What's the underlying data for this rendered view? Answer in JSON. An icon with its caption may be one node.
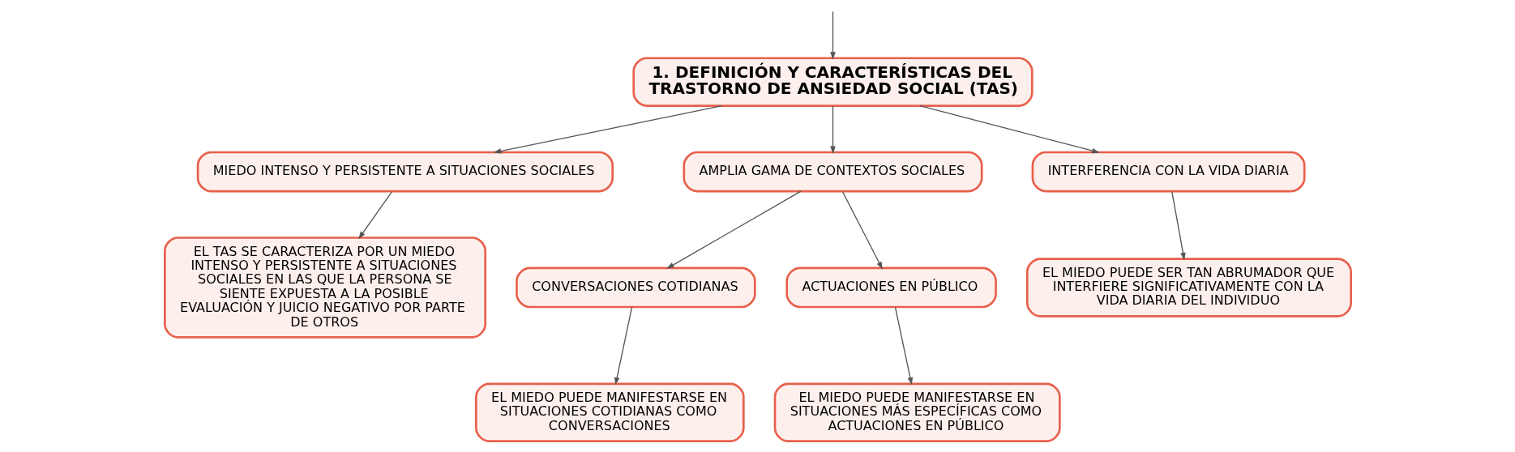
{
  "diagram": {
    "nodes": [
      {
        "text": [
          "1. DEFINICIÓN Y CARACTERÍSTICAS DEL TRASTORNO DE ANSIEDAD SOCIAL (TAS)"
        ]
      },
      {
        "text": [
          "MIEDO INTENSO Y PERSISTENTE A SITUACIONES SOCIALES"
        ]
      },
      {
        "text": [
          "AMPLIA GAMA DE CONTEXTOS SOCIALES"
        ]
      },
      {
        "text": [
          "INTERFERENCIA CON LA VIDA DIARIA"
        ]
      },
      {
        "text": [
          "EL TAS SE CARACTERIZA POR UN MIEDO INTENSO Y PERSISTENTE A SITUACIONES SOCIALES EN LAS QUE LA PERSONA SE SIENTE EXPUESTA A LA POSIBLE EVALUACIÓN Y JUICIO NEGATIVO POR PARTE DE OTROS"
        ]
      },
      {
        "text": [
          "CONVERSACIONES COTIDIANAS"
        ]
      },
      {
        "text": [
          "ACTUACIONES EN PÚBLICO"
        ]
      },
      {
        "text": [
          "EL MIEDO PUEDE SER TAN ABRUMADOR QUE INTERFIERE SIGNIFICATIVAMENTE CON LA VIDA DIARIA DEL INDIVIDUO"
        ]
      },
      {
        "text": [
          "EL MIEDO PUEDE MANIFESTARSE EN SITUACIONES COTIDIANAS COMO CONVERSACIONES"
        ]
      },
      {
        "text": [
          "EL MIEDO PUEDE MANIFESTARSE EN SITUACIONES MÁS ESPECÍFICAS COMO ACTUACIONES EN PÚBLICO"
        ]
      }
    ],
    "edges": [
      {
        "from": null,
        "to": 0,
        "arrow": "to"
      },
      {
        "from": 0,
        "to": 1,
        "arrow": "to"
      },
      {
        "from": 0,
        "to": 2,
        "arrow": "to"
      },
      {
        "from": 0,
        "to": 3,
        "arrow": "to"
      },
      {
        "from": 1,
        "to": 4,
        "arrow": "to"
      },
      {
        "from": 2,
        "to": 5,
        "arrow": "to"
      },
      {
        "from": 2,
        "to": 6,
        "arrow": "to"
      },
      {
        "from": 3,
        "to": 7,
        "arrow": "to"
      },
      {
        "from": 5,
        "to": 8,
        "arrow": "to"
      },
      {
        "from": 6,
        "to": 9,
        "arrow": "to"
      }
    ]
  }
}
